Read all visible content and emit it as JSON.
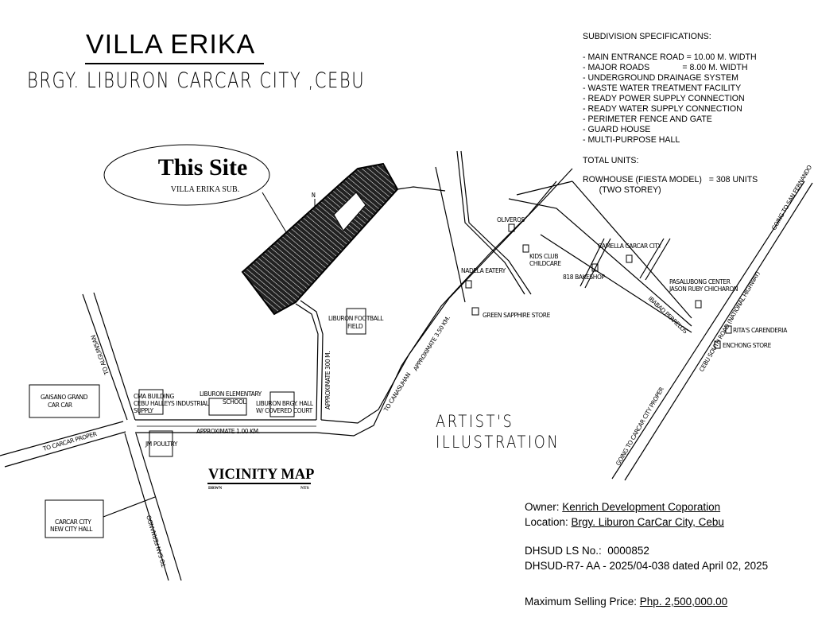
{
  "header": {
    "title": "VILLA ERIKA",
    "subtitle": "BRGY. LIBURON CARCAR CITY ,CEBU"
  },
  "specs": {
    "heading": "SUBDIVISION SPECIFICATIONS:",
    "items": [
      "- MAIN ENTRANCE ROAD = 10.00 M. WIDTH",
      "- MAJOR ROADS              = 8.00 M. WIDTH",
      "- UNDERGROUND DRAINAGE SYSTEM",
      "- WASTE WATER TREATMENT FACILITY",
      "- READY POWER SUPPLY CONNECTION",
      "- READY WATER SUPPLY CONNECTION",
      "- PERIMETER FENCE AND GATE",
      "- GUARD HOUSE",
      "- MULTI-PURPOSE HALL"
    ],
    "total_units_label": "TOTAL UNITS:",
    "rowhouse": "ROWHOUSE (FIESTA MODEL)   = 308 UNITS",
    "storey": "       (TWO STOREY)"
  },
  "callout": {
    "title": "This Site",
    "subtitle": "VILLA ERIKA SUB."
  },
  "north": "N",
  "landmarks": {
    "gaisano_1": "GAISANO GRAND",
    "gaisano_2": "CAR CAR",
    "cityhall_1": "CARCAR CITY",
    "cityhall_2": "NEW CITY HALL",
    "cma_1": "CMA BUILDING",
    "cma_2": "CEBU HALLEYS INDUSTRIAL",
    "cma_3": "SUPPLY",
    "school_1": "LIBURON ELEMENTARY",
    "school_2": "SCHOOL",
    "hall_1": "LIBURON BRGY. HALL",
    "hall_2": "W/ COVERED COURT",
    "poultry": "JM POULTRY",
    "field_1": "LIBURON FOOTBALL",
    "field_2": "FIELD",
    "oliveros": "OLIVEROS",
    "kids_1": "KIDS CLUB",
    "kids_2": "CHILDCARE",
    "nadela": "NADELA EATERY",
    "green": "GREEN SAPPHIRE STORE",
    "bakeshop": "818 BAKESHOP",
    "camella": "CAMELLA CARCAR CITY",
    "pasalubong_1": "PASALUBONG CENTER",
    "pasalubong_2": "JASON RUBY CHICHARON",
    "ritas": "RITA'S CARENDERIA",
    "enchong": "ENCHONG STORE"
  },
  "roads": {
    "alguinsan": "TO ALGUINSAN",
    "carcar_proper": "TO CARCAR PROPER",
    "san_fernando": "TO SAN FERNANDO",
    "approx_1km": "APPROXIMATE 1.00 KM.",
    "approx_300m": "APPROXIMATE 300 M.",
    "approx_350km": "APPROXIMATE 3.50 KM.",
    "canasuhan": "TO CANASUHAN",
    "ibabad": "IBABAD PERRELOS",
    "cebu_south": "CEBU SOUTH ROAD (NATIONAL HIGHWAY)",
    "going_carcar": "GOING TO CARCAR CITY PROPER",
    "going_san_fernando": "GOING TO SAN FERNANDO"
  },
  "vicinity": {
    "title": "VICINITY MAP",
    "drwn": "DRWN",
    "nts": "NTS"
  },
  "artist": {
    "line1": "ARTIST'S",
    "line2": "ILLUSTRATION"
  },
  "info": {
    "owner_label": "Owner: ",
    "owner": "Kenrich Development Coporation",
    "location_label": "Location: ",
    "location": "Brgy. Liburon CarCar City, Cebu",
    "ls_label": "DHSUD LS No.:  ",
    "ls": "0000852",
    "r7": "DHSUD-R7- AA - 2025/04-038 dated April 02, 2025",
    "price_label": "Maximum Selling Price: ",
    "price": "Php. 2,500,000.00"
  }
}
